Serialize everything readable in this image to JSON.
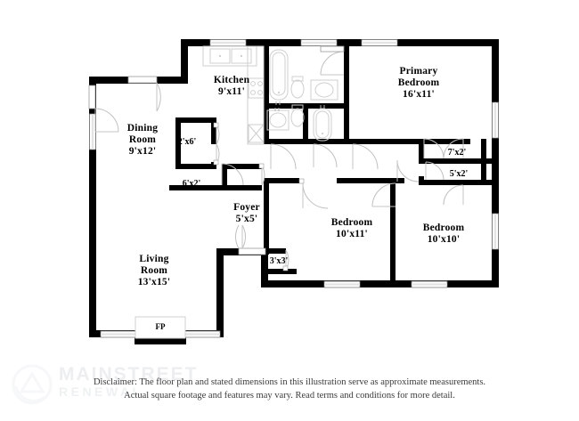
{
  "document": {
    "type": "floor-plan",
    "background_color": "#ffffff",
    "wall_color": "#000000",
    "fixture_color": "#cfcfcf",
    "window_color": "#e8e8e8"
  },
  "rooms": [
    {
      "id": "kitchen",
      "name": "Kitchen",
      "dimensions": "9'x11'"
    },
    {
      "id": "dining-room",
      "name": "Dining\nRoom",
      "line1": "Dining",
      "line2": "Room",
      "dimensions": "9'x12'"
    },
    {
      "id": "living-room",
      "name": "Living\nRoom",
      "line1": "Living",
      "line2": "Room",
      "dimensions": "13'x15'"
    },
    {
      "id": "foyer",
      "name": "Foyer",
      "dimensions": "5'x5'"
    },
    {
      "id": "primary-bedroom",
      "name": "Primary\nBedroom",
      "line1": "Primary",
      "line2": "Bedroom",
      "dimensions": "16'x11'"
    },
    {
      "id": "bedroom-2",
      "name": "Bedroom",
      "dimensions": "10'x11'"
    },
    {
      "id": "bedroom-3",
      "name": "Bedroom",
      "dimensions": "10'x10'"
    }
  ],
  "labels": {
    "kitchen_name": "Kitchen",
    "kitchen_dim": "9'x11'",
    "dining_name_line1": "Dining",
    "dining_name_line2": "Room",
    "dining_dim": "9'x12'",
    "living_name_line1": "Living",
    "living_name_line2": "Room",
    "living_dim": "13'x15'",
    "foyer_name": "Foyer",
    "foyer_dim": "5'x5'",
    "primary_name_line1": "Primary",
    "primary_name_line2": "Bedroom",
    "primary_dim": "16'x11'",
    "bedroom2_name": "Bedroom",
    "bedroom2_dim": "10'x11'",
    "bedroom3_name": "Bedroom",
    "bedroom3_dim": "10'x10'"
  },
  "closets": [
    {
      "id": "closet-2x6",
      "dimensions": "2'x6'"
    },
    {
      "id": "closet-6x2",
      "dimensions": "6'x2'"
    },
    {
      "id": "closet-3x3",
      "dimensions": "3'x3'"
    },
    {
      "id": "closet-7x2",
      "dimensions": "7'x2'"
    },
    {
      "id": "closet-5x2",
      "dimensions": "5'x2'"
    }
  ],
  "closet_labels": {
    "c2x6": "2'x6'",
    "c6x2": "6'x2'",
    "c3x3": "3'x3'",
    "c7x2": "7'x2'",
    "c5x2": "5'x2'"
  },
  "features": {
    "fireplace_label": "FP"
  },
  "fixtures": [
    {
      "id": "kitchen-double-sink",
      "name": "double-sink"
    },
    {
      "id": "kitchen-range",
      "name": "range-cooktop"
    },
    {
      "id": "kitchen-appliance",
      "name": "dishwasher"
    },
    {
      "id": "bath1-tub",
      "name": "bathtub"
    },
    {
      "id": "bath1-toilet",
      "name": "toilet"
    },
    {
      "id": "bath1-sink",
      "name": "sink"
    },
    {
      "id": "bath2-tub",
      "name": "bathtub"
    },
    {
      "id": "bath2-toilet",
      "name": "toilet"
    },
    {
      "id": "bath2-sink",
      "name": "sink"
    }
  ],
  "watermark": {
    "primary": "MAINSTREET",
    "secondary": "RENEWAL"
  },
  "disclaimer": {
    "line1": "Disclaimer: The floor plan and stated dimensions in this illustration serve as approximate measurements.",
    "line2": "Actual square footage and features may vary. Read terms and conditions for more detail."
  }
}
